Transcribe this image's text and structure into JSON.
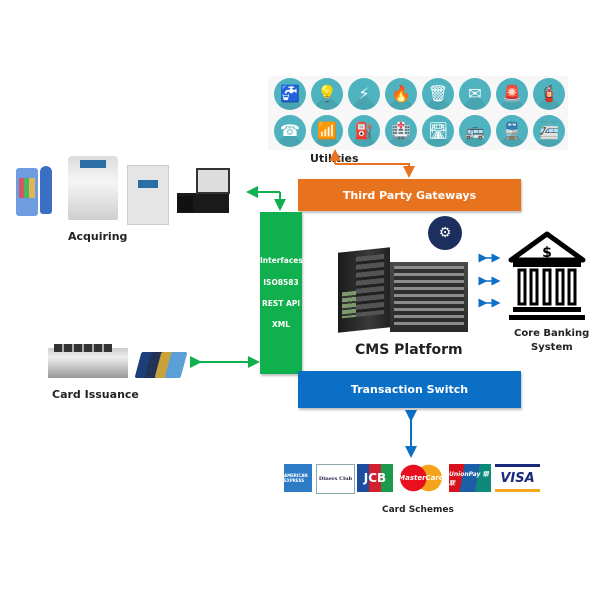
{
  "diagram": {
    "title": "CMS Platform Architecture",
    "utilities": {
      "label": "Utilities",
      "icons": [
        {
          "name": "water-tap-icon",
          "glyph": "🚰"
        },
        {
          "name": "light-bulb-icon",
          "glyph": "💡"
        },
        {
          "name": "power-tower-icon",
          "glyph": "⚡"
        },
        {
          "name": "fire-icon",
          "glyph": "🔥"
        },
        {
          "name": "trash-bin-icon",
          "glyph": "🗑"
        },
        {
          "name": "mail-icon",
          "glyph": "✉"
        },
        {
          "name": "alarm-siren-icon",
          "glyph": "🚨"
        },
        {
          "name": "fire-hydrant-icon",
          "glyph": "🧯"
        },
        {
          "name": "telephone-icon",
          "glyph": "☎"
        },
        {
          "name": "wifi-icon",
          "glyph": "📶"
        },
        {
          "name": "gas-pump-icon",
          "glyph": "⛽"
        },
        {
          "name": "hospital-icon",
          "glyph": "🏥"
        },
        {
          "name": "road-icon",
          "glyph": "🛣"
        },
        {
          "name": "bus-icon",
          "glyph": "🚌"
        },
        {
          "name": "train-icon",
          "glyph": "🚆"
        },
        {
          "name": "metro-icon",
          "glyph": "🚈"
        }
      ]
    },
    "acquiring": {
      "label": "Acquiring"
    },
    "card_issuance": {
      "label": "Card Issuance"
    },
    "third_party_gateways": {
      "label": "Third Party Gateways"
    },
    "interfaces": {
      "items": [
        "Interfaces",
        "ISO8583",
        "REST API",
        "XML"
      ]
    },
    "cms_platform": {
      "label": "CMS Platform"
    },
    "core_banking": {
      "label_line1": "Core Banking",
      "label_line2": "System",
      "symbol": "$"
    },
    "transaction_switch": {
      "label": "Transaction Switch"
    },
    "card_schemes": {
      "label": "Card Schemes",
      "logos": [
        {
          "name": "american-express-logo",
          "text": "AMERICAN EXPRESS"
        },
        {
          "name": "diners-club-logo",
          "text": "Diners Club"
        },
        {
          "name": "jcb-logo",
          "text": "JCB"
        },
        {
          "name": "mastercard-logo",
          "text": "MasterCard"
        },
        {
          "name": "unionpay-logo",
          "text": "UnionPay 银联"
        },
        {
          "name": "visa-logo",
          "text": "VISA"
        }
      ]
    },
    "colors": {
      "orange": "#e8731e",
      "green": "#11b04e",
      "blue": "#0b6fc6",
      "navy": "#1c2f5e",
      "teal": "#4fb3bf"
    }
  }
}
